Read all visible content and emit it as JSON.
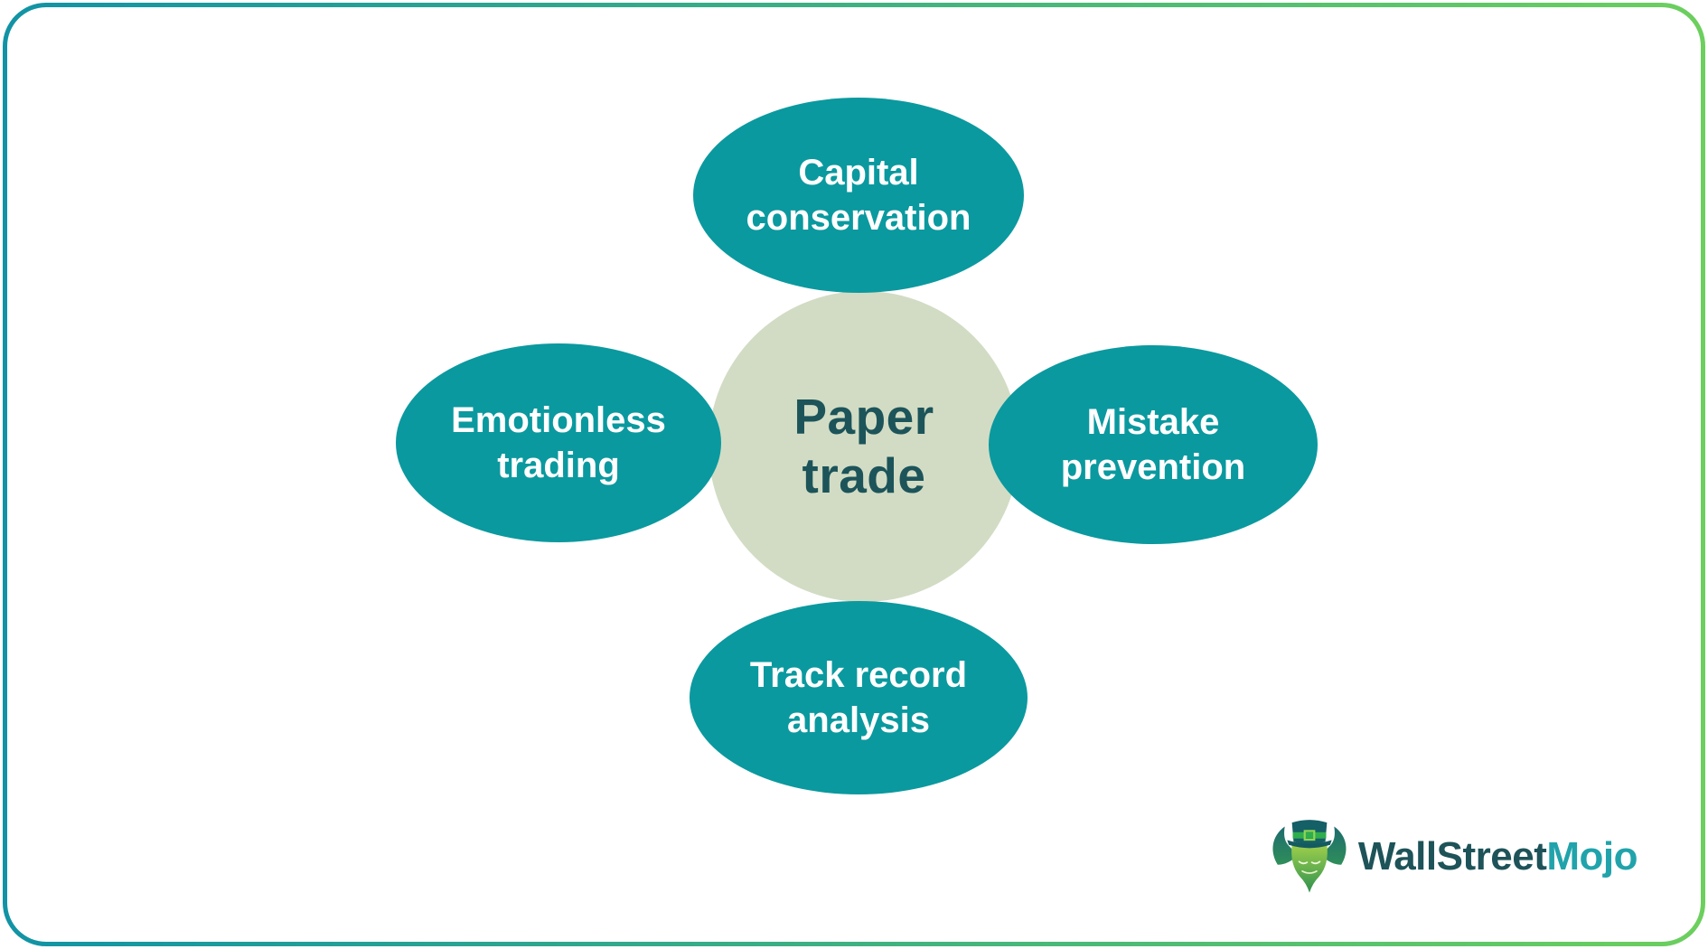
{
  "colors": {
    "frame_left": "#1193a5",
    "frame_right": "#6ccf5e",
    "node_fill": "#0a999f",
    "node_text": "#ffffff",
    "center_fill": "#d2dcc4",
    "center_text": "#1c545a",
    "logo_dark": "#1d5359",
    "logo_teal": "#21a3ab"
  },
  "diagram": {
    "center_node": {
      "label": "Paper\ntrade"
    },
    "nodes": [
      {
        "position": "top",
        "label": "Capital conservation"
      },
      {
        "position": "left",
        "label": "Emotionless trading"
      },
      {
        "position": "right",
        "label": "Mistake prevention"
      },
      {
        "position": "bottom",
        "label": "Track record analysis"
      }
    ]
  },
  "branding": {
    "name_primary": "WallStreet",
    "name_accent": "Mojo",
    "mascot": "bull-mascot-icon"
  }
}
